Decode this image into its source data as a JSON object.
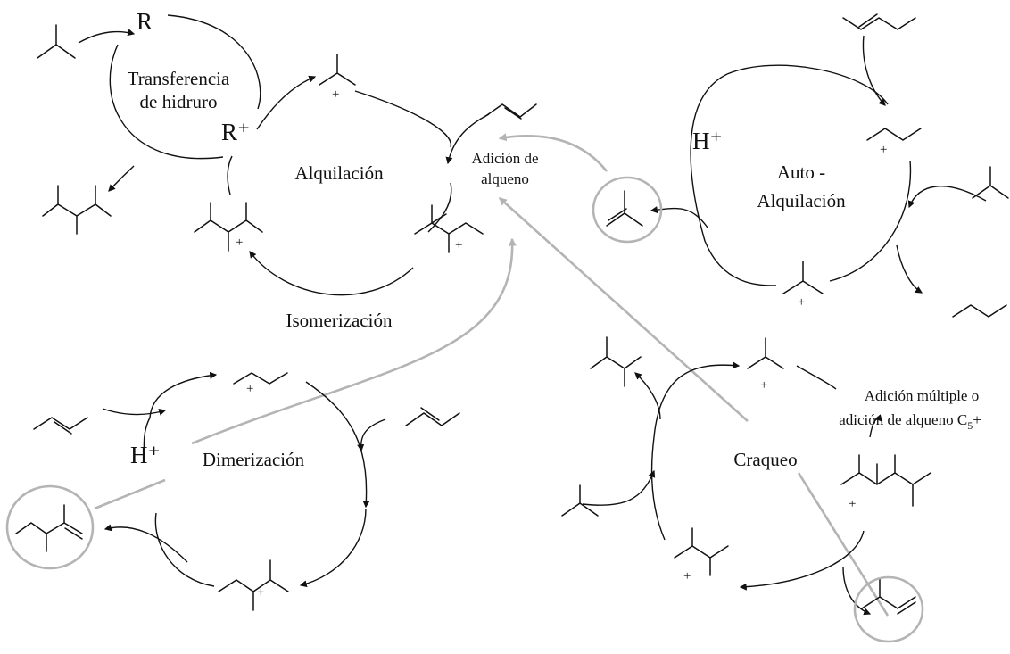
{
  "labels": {
    "r": "R",
    "r_plus": "R⁺",
    "hydride_1": "Transferencia",
    "hydride_2": "de hidruro",
    "alkylation": "Alquilación",
    "alkene_add_1": "Adición de",
    "alkene_add_2": "alqueno",
    "isomerization": "Isomerización",
    "h_plus_top": "H⁺",
    "auto_1": "Auto -",
    "auto_2": "Alquilación",
    "h_plus_left": "H⁺",
    "dimerization": "Dimerización",
    "cracking": "Craqueo",
    "multiple_1": "Adición múltiple o",
    "multiple_2_prefix": "adición de alqueno C",
    "multiple_2_sub": "5",
    "multiple_2_suffix": "+"
  },
  "charge": "+",
  "colors": {
    "ink": "#111111",
    "gray_arrow": "#b4b4b4",
    "background": "#ffffff"
  }
}
